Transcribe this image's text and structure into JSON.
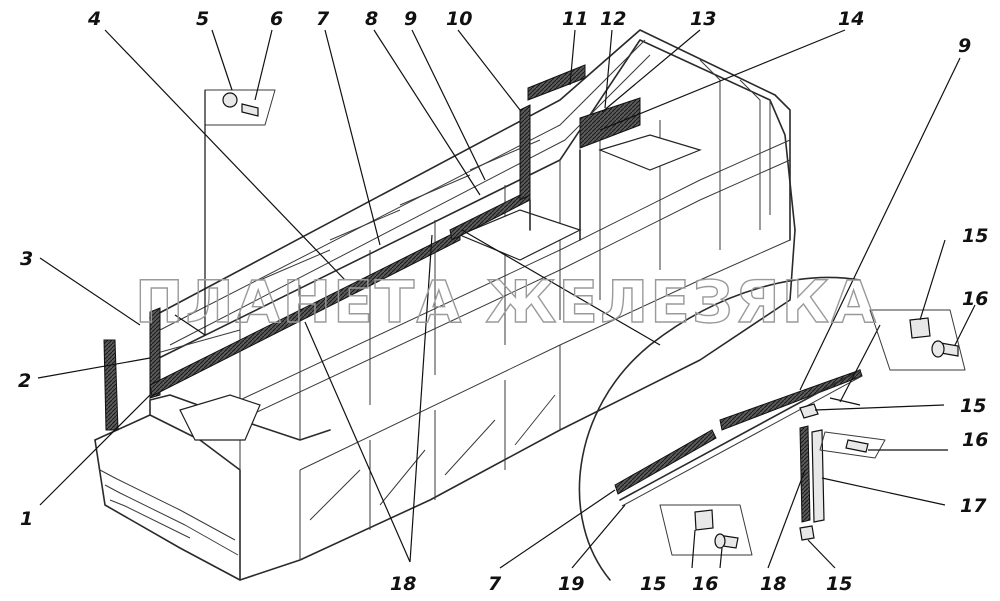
{
  "watermark": "ПЛАНЕТА ЖЕЛЕЗЯКА",
  "callouts": {
    "c1": "1",
    "c2": "2",
    "c3": "3",
    "c4": "4",
    "c5": "5",
    "c6": "6",
    "c7": "7",
    "c8": "8",
    "c9": "9",
    "c10": "10",
    "c11": "11",
    "c12": "12",
    "c13": "13",
    "c14": "14",
    "r9": "9",
    "r15a": "15",
    "r16a": "16",
    "r15b": "15",
    "r16b": "16",
    "r17": "17",
    "r18": "18",
    "r15c": "15",
    "r16c": "16",
    "r15d": "15",
    "r19": "19",
    "r7": "7",
    "b18": "18"
  }
}
